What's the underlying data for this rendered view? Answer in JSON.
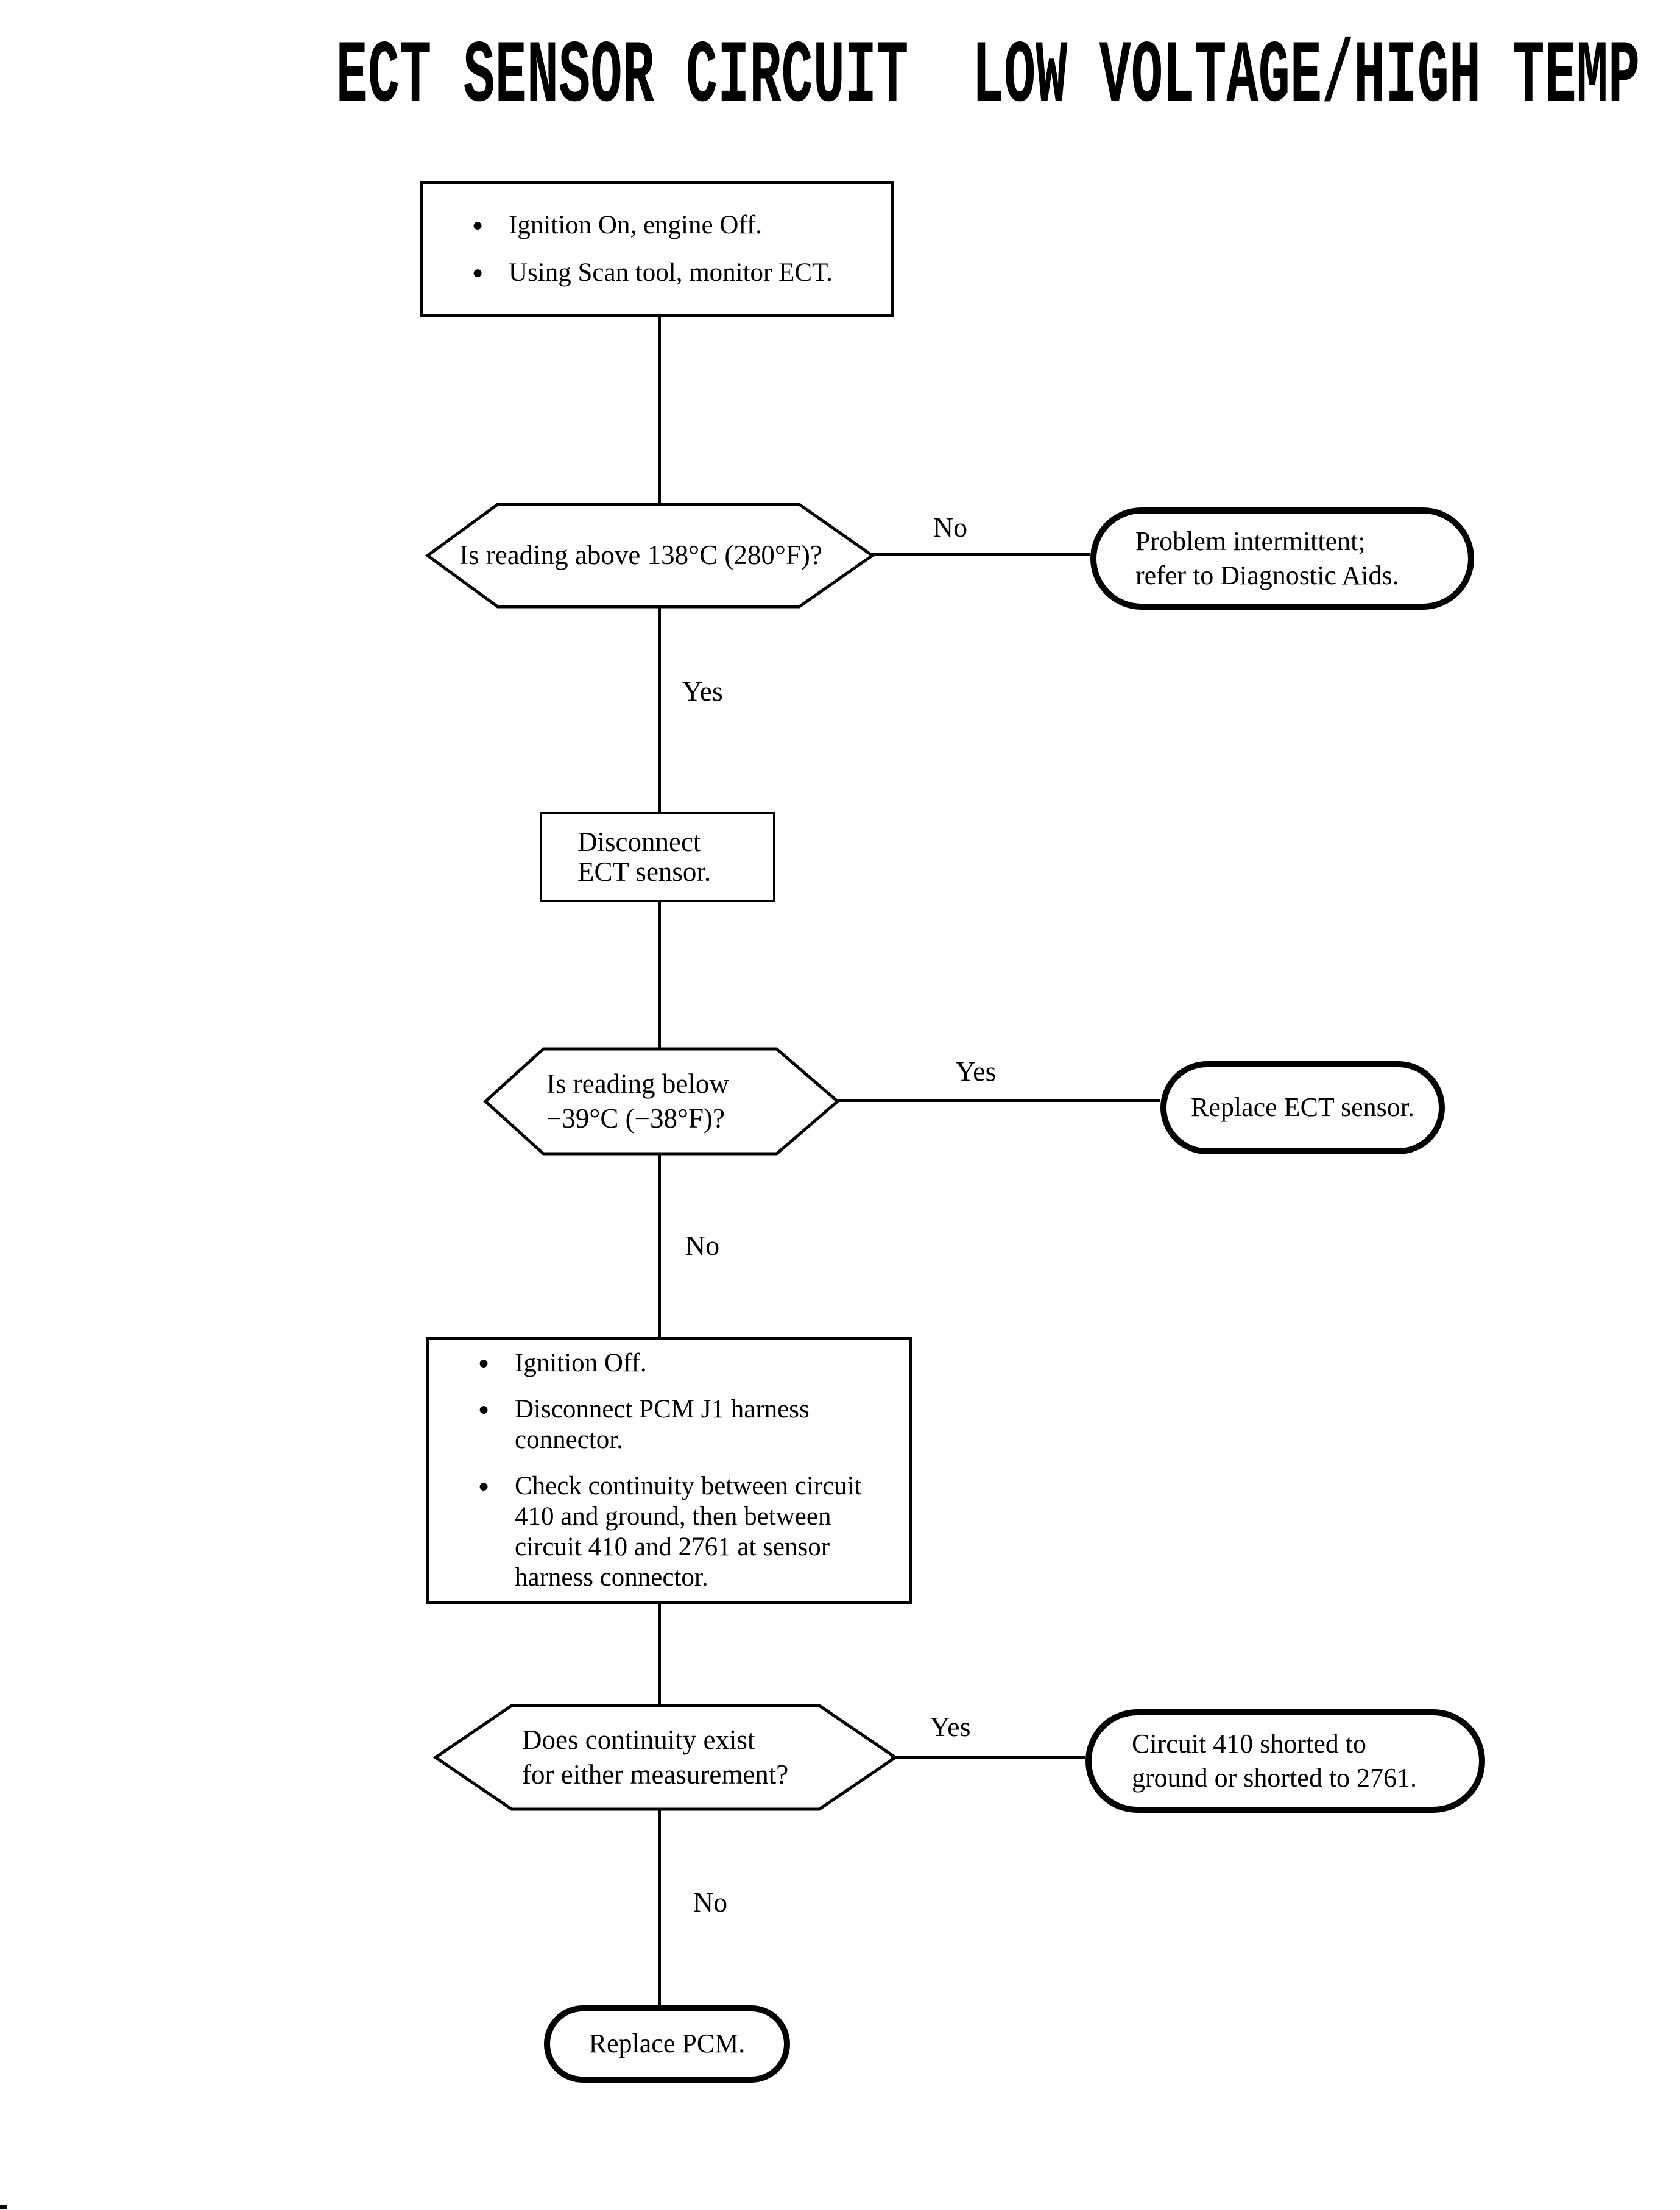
{
  "page": {
    "title": "ECT SENSOR CIRCUIT  LOW VOLTAGE/HIGH TEMP",
    "background": "#ffffff",
    "ink": "#000000"
  },
  "flowchart": {
    "start_box": {
      "bullets": [
        "Ignition On, engine Off.",
        "Using Scan tool, monitor ECT."
      ]
    },
    "decision_temp_high": {
      "question": "Is reading above 138°C (280°F)?",
      "no_label": "No",
      "yes_label": "Yes"
    },
    "intermittent_result": {
      "text": "Problem intermittent;\nrefer to Diagnostic Aids."
    },
    "disconnect_box": {
      "text": "Disconnect\nECT sensor."
    },
    "decision_temp_low": {
      "question": "Is reading below\n−39°C (−38°F)?",
      "yes_label": "Yes",
      "no_label": "No"
    },
    "replace_sensor_result": {
      "text": "Replace ECT sensor."
    },
    "continuity_box": {
      "bullets": [
        "Ignition Off.",
        "Disconnect PCM J1 harness\nconnector.",
        "Check continuity between circuit\n410 and ground, then between\ncircuit 410 and 2761 at sensor\nharness connector."
      ]
    },
    "decision_continuity": {
      "question": "Does continuity exist\nfor either measurement?",
      "yes_label": "Yes",
      "no_label": "No"
    },
    "shorted_result": {
      "text": "Circuit 410 shorted to\nground or shorted to 2761."
    },
    "replace_pcm_result": {
      "text": "Replace PCM."
    }
  }
}
